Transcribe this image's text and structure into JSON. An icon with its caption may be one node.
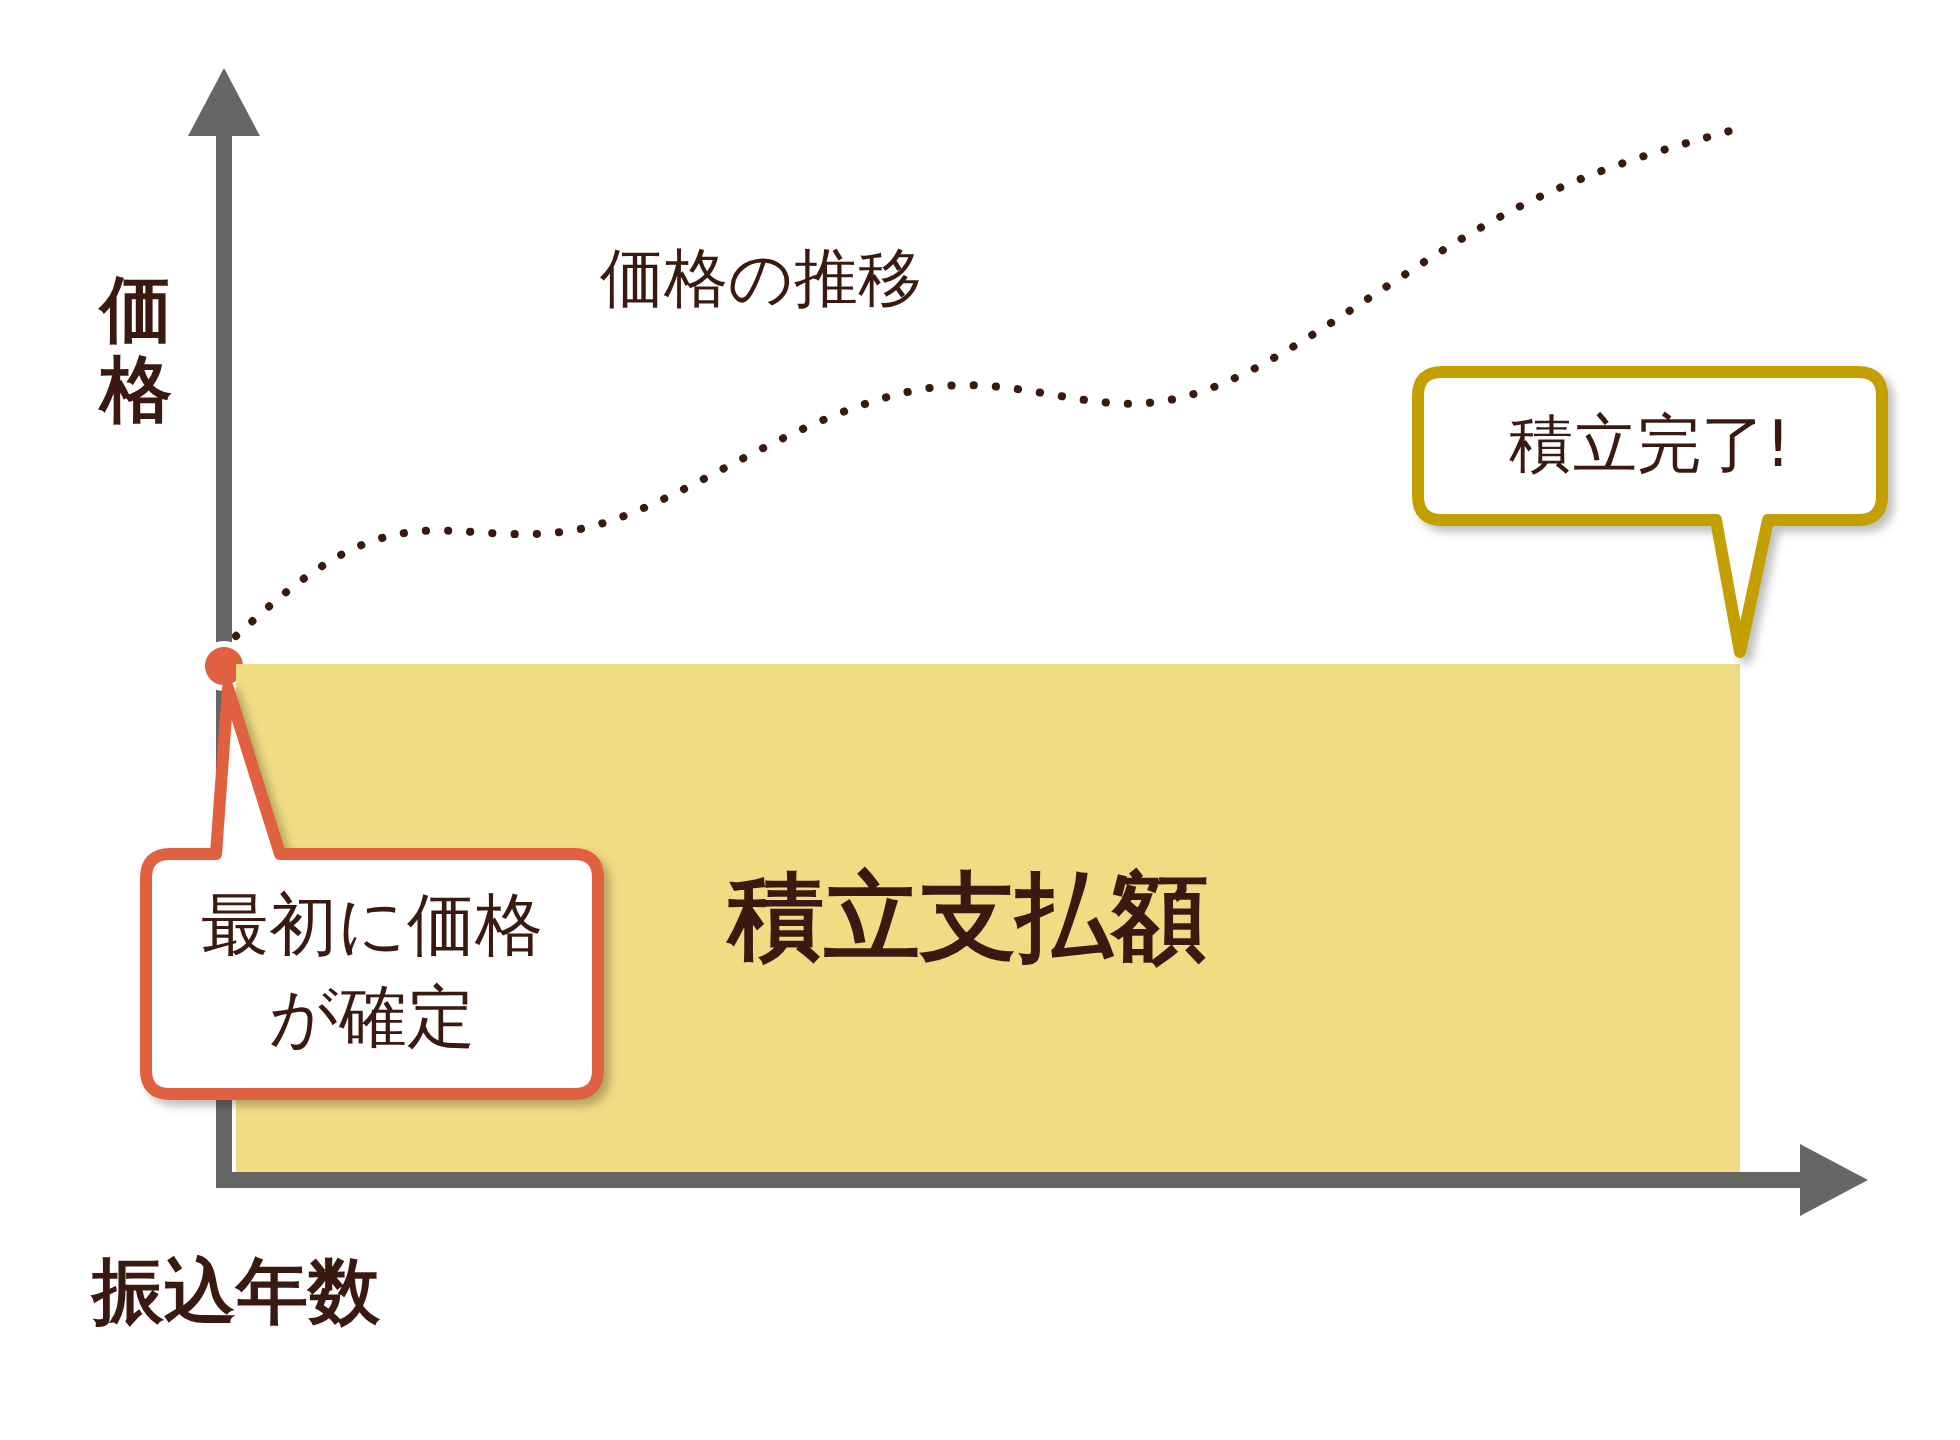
{
  "diagram": {
    "nodes": [
      {
        "text": [
          "積立支払額"
        ]
      },
      {
        "text": [
          "最初に価格が確定"
        ]
      },
      {
        "text": [
          "積立完了!"
        ]
      }
    ],
    "labels": [
      "価格",
      "価格の推移",
      "振込年数"
    ]
  }
}
